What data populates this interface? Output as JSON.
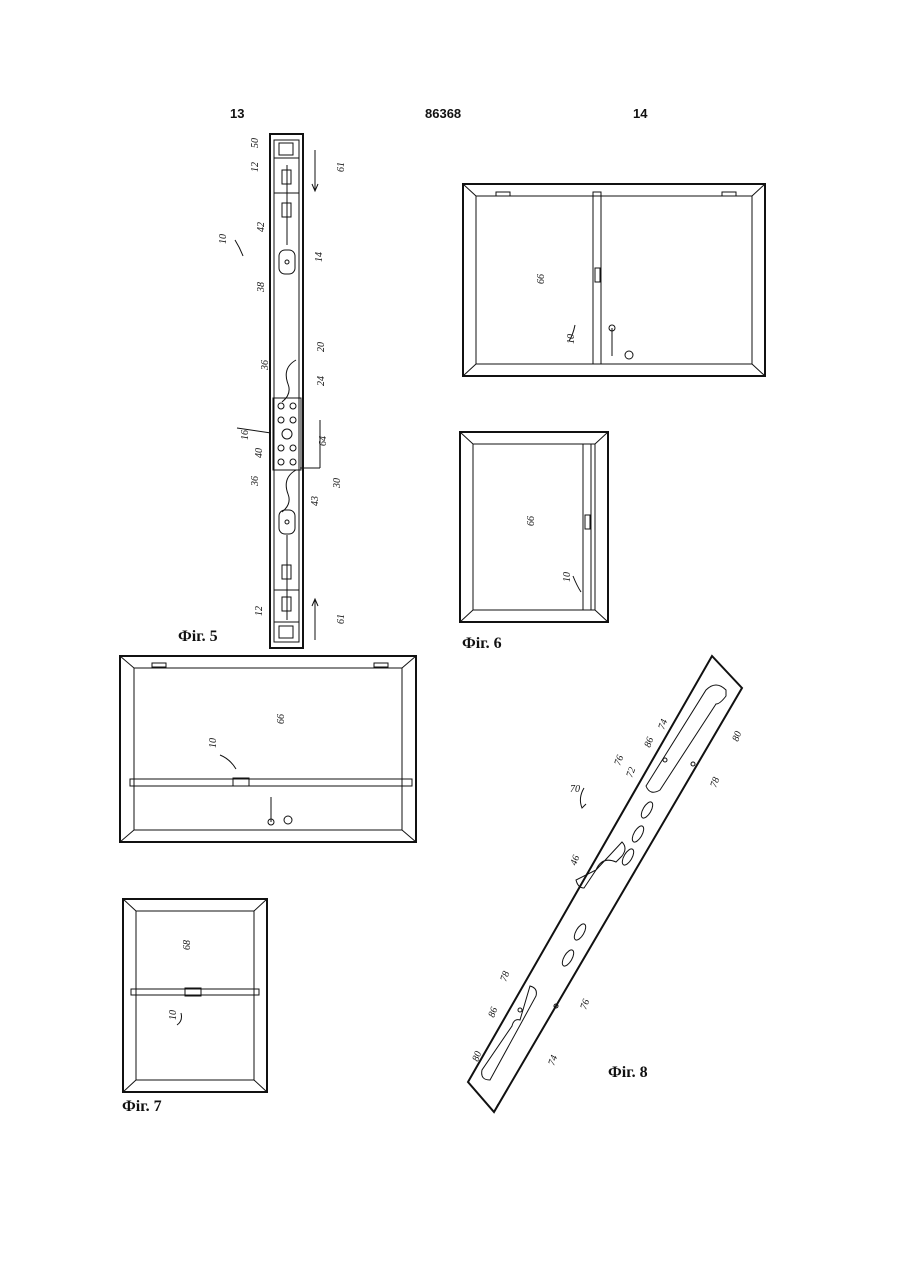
{
  "header": {
    "left_page": "13",
    "patent_number": "86368",
    "right_page": "14"
  },
  "captions": {
    "fig5": "Фіг. 5",
    "fig6": "Фіг. 6",
    "fig7": "Фіг. 7",
    "fig8": "Фіг. 8"
  },
  "fig5_refs": {
    "r50": "50",
    "r12a": "12",
    "r61a": "61",
    "r10": "10",
    "r42": "42",
    "r14": "14",
    "r38": "38",
    "r20": "20",
    "r36a": "36",
    "r24": "24",
    "r16": "16",
    "r64": "64",
    "r40": "40",
    "r36b": "36",
    "r30": "30",
    "r43": "43",
    "r12b": "12",
    "r61b": "61"
  },
  "fig6_refs": {
    "r66a": "66",
    "r10a": "10",
    "r66b": "66",
    "r10b": "10"
  },
  "fig7_refs": {
    "r10a": "10",
    "r66": "66",
    "r68": "68",
    "r10b": "10"
  },
  "fig8_refs": {
    "r70": "70",
    "r72": "72",
    "r74a": "74",
    "r86a": "86",
    "r76a": "76",
    "r80a": "80",
    "r78a": "78",
    "r46": "46",
    "r78b": "78",
    "r86b": "86",
    "r80b": "80",
    "r74b": "74",
    "r76b": "76"
  }
}
